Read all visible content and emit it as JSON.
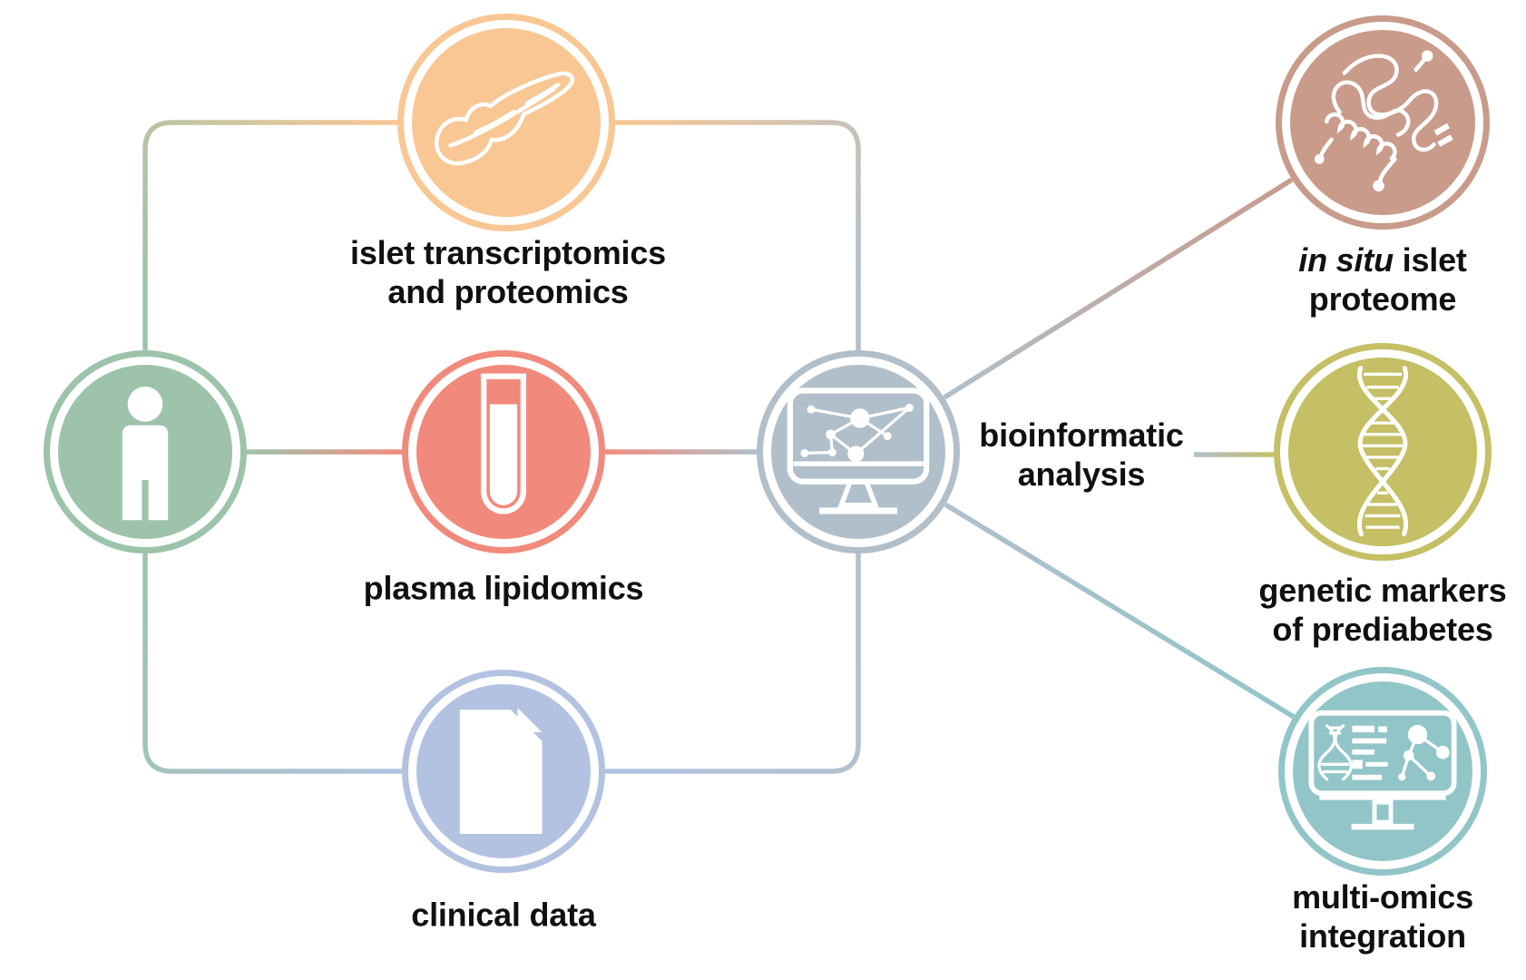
{
  "figure": {
    "type": "workflow-diagram",
    "background": "#ffffff",
    "text_color": "#101010"
  },
  "labels": {
    "islet": {
      "line1": "islet transcriptomics",
      "line2": "and proteomics"
    },
    "plasma": {
      "line1": "plasma lipidomics"
    },
    "clinical": {
      "line1": "clinical data"
    },
    "bioinformatic": {
      "line1": "bioinformatic",
      "line2": "analysis"
    },
    "insitu": {
      "line1_italic": "in situ",
      "line1_rest": " islet",
      "line2": "proteome"
    },
    "genetic": {
      "line1": "genetic markers",
      "line2": "of prediabetes"
    },
    "multiomics": {
      "line1": "multi-omics",
      "line2": "integration"
    }
  },
  "nodes": [
    {
      "id": "study-participant",
      "icon": "person-icon",
      "color": "#9dc3ab"
    },
    {
      "id": "islet-transcriptomics-proteomics",
      "icon": "pancreas-icon",
      "color": "#f8c794"
    },
    {
      "id": "plasma-lipidomics",
      "icon": "test-tube-icon",
      "color": "#f18a7c"
    },
    {
      "id": "clinical-data",
      "icon": "document-icon",
      "color": "#b2c2e0"
    },
    {
      "id": "bioinformatic-analysis",
      "icon": "monitor-network-icon",
      "color": "#b1bfca"
    },
    {
      "id": "in-situ-islet-proteome",
      "icon": "protein-structure-icon",
      "color": "#c89b8b"
    },
    {
      "id": "genetic-markers-of-prediabetes",
      "icon": "dna-helix-icon",
      "color": "#c5bf65"
    },
    {
      "id": "multi-omics-integration",
      "icon": "monitor-multiomics-icon",
      "color": "#92c5c8"
    }
  ],
  "connections": [
    {
      "from": "study-participant",
      "to": "islet-transcriptomics-proteomics"
    },
    {
      "from": "study-participant",
      "to": "plasma-lipidomics"
    },
    {
      "from": "study-participant",
      "to": "clinical-data"
    },
    {
      "from": "islet-transcriptomics-proteomics",
      "to": "bioinformatic-analysis"
    },
    {
      "from": "plasma-lipidomics",
      "to": "bioinformatic-analysis"
    },
    {
      "from": "clinical-data",
      "to": "bioinformatic-analysis"
    },
    {
      "from": "bioinformatic-analysis",
      "to": "in-situ-islet-proteome"
    },
    {
      "from": "bioinformatic-analysis",
      "to": "genetic-markers-of-prediabetes"
    },
    {
      "from": "bioinformatic-analysis",
      "to": "multi-omics-integration"
    }
  ]
}
